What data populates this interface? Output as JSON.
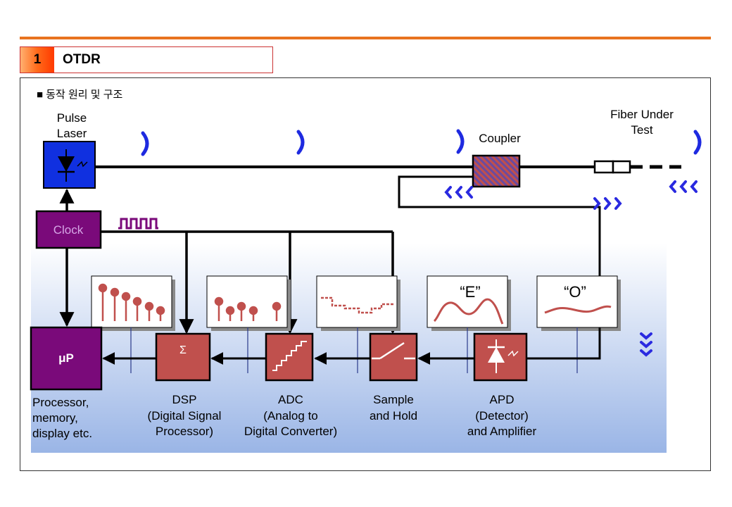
{
  "header": {
    "number": "1",
    "title": "OTDR",
    "accent_color": "#e8731f"
  },
  "section": {
    "heading": "■ 동작 원리 및 구조"
  },
  "blocks": {
    "pulse_laser": {
      "line1": "Pulse",
      "line2": "Laser"
    },
    "coupler": {
      "label": "Coupler"
    },
    "fiber": {
      "line1": "Fiber Under",
      "line2": "Test"
    },
    "clock": {
      "label": "Clock"
    },
    "processor": {
      "symbol": "μP",
      "line1": "Processor,",
      "line2": "memory,",
      "line3": "display etc."
    },
    "dsp": {
      "symbol": "Σ",
      "line1": "DSP",
      "line2": "(Digital Signal",
      "line3": "Processor)"
    },
    "adc": {
      "line1": "ADC",
      "line2": "(Analog to",
      "line3": "Digital Converter)"
    },
    "sample_hold": {
      "line1": "Sample",
      "line2": "and Hold"
    },
    "apd": {
      "line1": "APD",
      "line2": "(Detector)",
      "line3": "and Amplifier"
    }
  },
  "waveforms": {
    "e_label": "“E”",
    "o_label": "“O”"
  },
  "colors": {
    "laser_blue": "#1030e0",
    "clock_purple": "#7a0a7a",
    "block_red": "#c0504d",
    "signal_red": "#c0504d",
    "arrow_blue": "#2a2ae0",
    "bg_gradient_bottom": "#9ab5e6"
  }
}
